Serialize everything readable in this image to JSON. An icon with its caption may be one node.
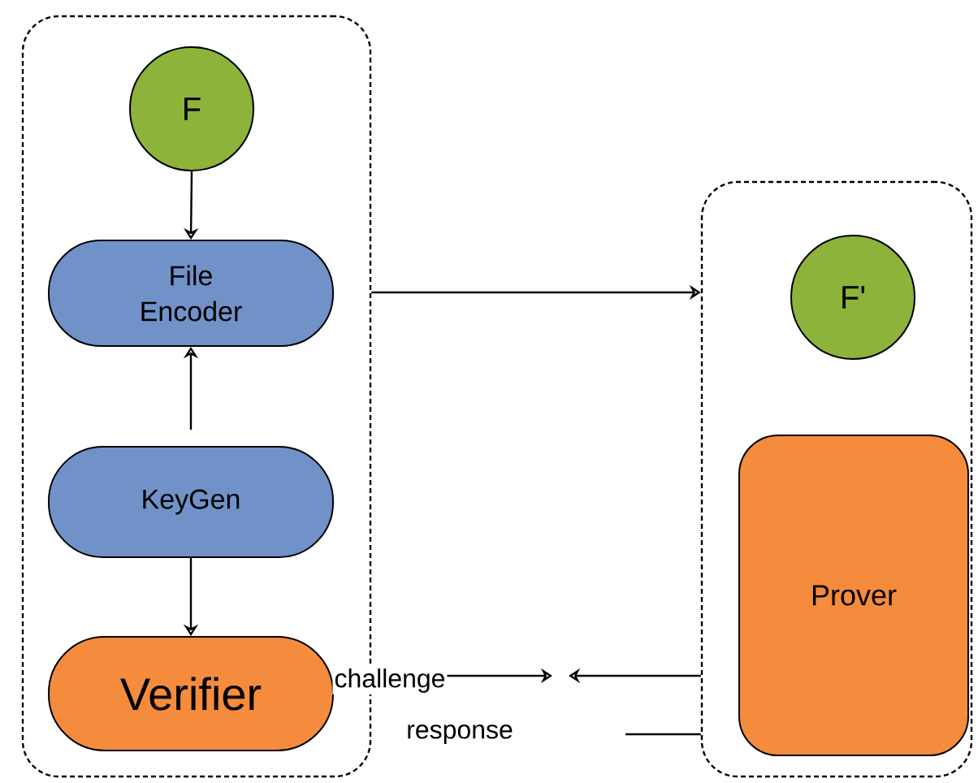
{
  "diagram": {
    "nodes": [
      {
        "text": [],
        "shape": "box"
      },
      {
        "text": [
          "F"
        ],
        "in": 0
      },
      {
        "text": [
          "File Encoder"
        ],
        "in": 0
      },
      {
        "text": [
          "KeyGen"
        ],
        "in": 0
      },
      {
        "text": [
          "Verifier"
        ],
        "in": 0
      },
      {
        "text": [],
        "shape": "box"
      },
      {
        "text": [
          "F'"
        ],
        "in": 5
      },
      {
        "text": [
          "Prover"
        ],
        "in": 5
      }
    ],
    "edges": [
      {
        "from": 1,
        "to": 2,
        "arrow": "to"
      },
      {
        "from": 3,
        "to": 2,
        "arrow": "to"
      },
      {
        "from": 3,
        "to": 4,
        "arrow": "to"
      },
      {
        "from": 0,
        "to": 5,
        "arrow": "to"
      },
      {
        "from": 4,
        "to": null,
        "arrow": "to",
        "label": "challenge"
      },
      {
        "from": 5,
        "to": null,
        "arrow": "to"
      },
      {
        "from": 5,
        "to": null,
        "arrow": "none",
        "label": "response"
      }
    ]
  }
}
